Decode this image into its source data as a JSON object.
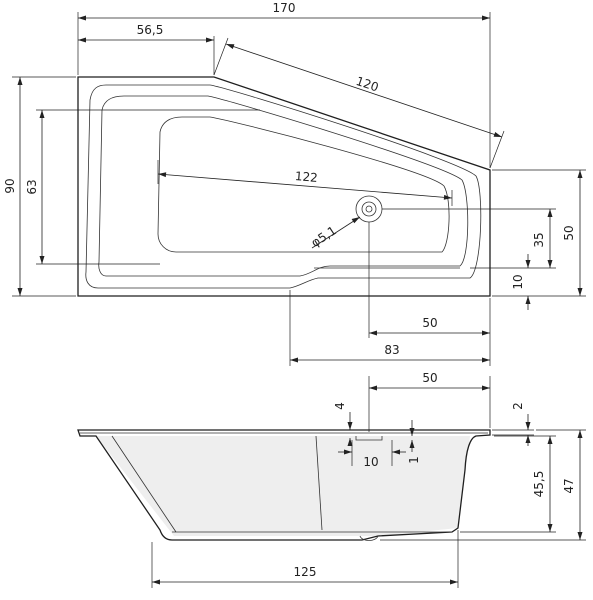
{
  "dimensions": {
    "total_length": "170",
    "short_wall_length": "56,5",
    "slanted_wall_length": "120",
    "total_width": "90",
    "inner_width": "63",
    "inner_length": "122",
    "drain_diameter": "φ5,1",
    "drain_offset_35": "35",
    "right_wall_width": "50",
    "drain_offset_10": "10",
    "drain_from_right": "50",
    "step_from_right": "83",
    "side_drain_from_right": "50",
    "rim_thickness_4": "4",
    "rim_thickness_2": "2",
    "inner_depth": "45,5",
    "total_height": "47",
    "drain_spacing_10": "10",
    "drain_tolerance_1": "1",
    "base_length": "125"
  }
}
